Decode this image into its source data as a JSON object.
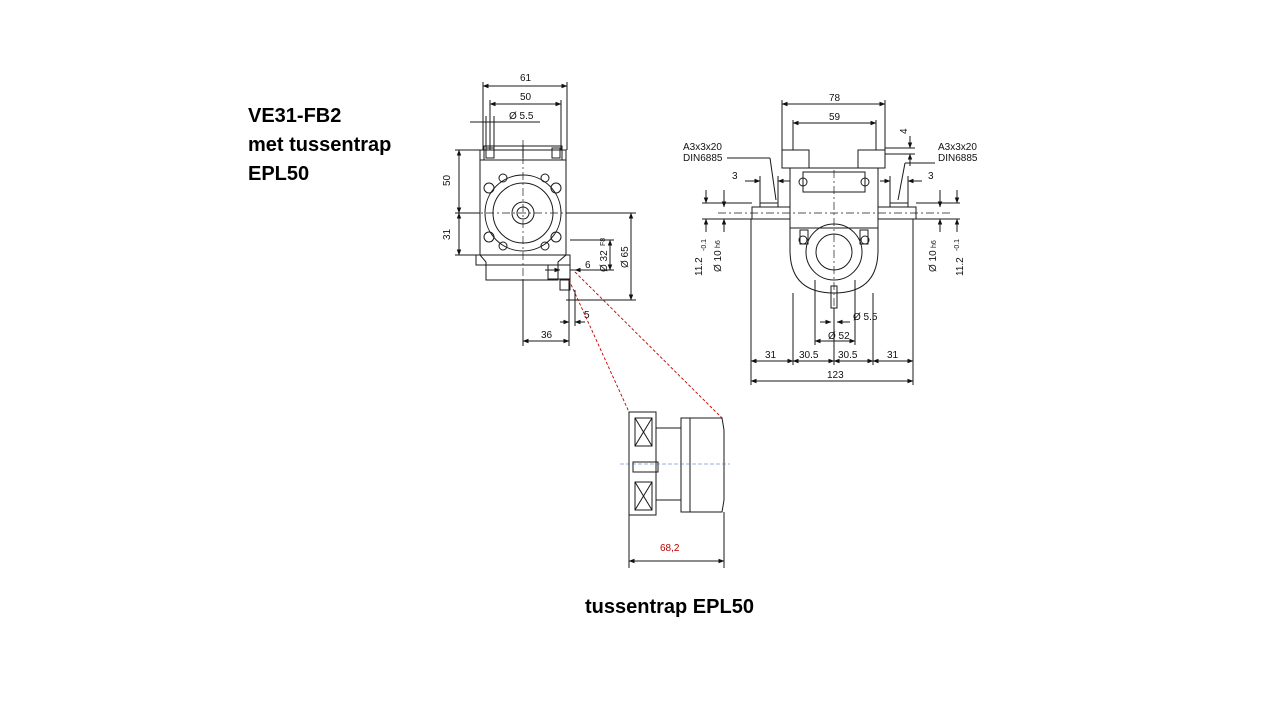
{
  "title": {
    "line1": "VE31-FB2",
    "line2": "met tussentrap",
    "line3": "EPL50"
  },
  "caption": "tussentrap EPL50",
  "side_view_dims": {
    "d61": "61",
    "d50_top": "50",
    "d55": "Ø 5.5",
    "d50_left": "50",
    "d31_left": "31",
    "d32": "Ø 32",
    "d32_tol": "F8",
    "d65": "Ø 65",
    "d6": "6",
    "d5": "5",
    "d36": "36"
  },
  "front_view_dims": {
    "d78": "78",
    "d59": "59",
    "d4": "4",
    "key_left": "A3x3x20",
    "din_left": "DIN6885",
    "key_right": "A3x3x20",
    "din_right": "DIN6885",
    "d3_left": "3",
    "d3_right": "3",
    "d112_left": "11.2",
    "d112_left_tol": "-0.1",
    "d10_left": "Ø 10",
    "d10_left_tol": "h6",
    "d10_right": "Ø 10",
    "d10_right_tol": "h6",
    "d112_right": "11.2",
    "d112_right_tol": "-0.1",
    "d55": "Ø 5.5",
    "d52": "Ø 52",
    "d31_a": "31",
    "d305_a": "30.5",
    "d305_b": "30.5",
    "d31_b": "31",
    "d123": "123"
  },
  "detail_dims": {
    "d682": "68,2"
  },
  "colors": {
    "line": "#1a1a1a",
    "detail_dim": "#c00000",
    "leader": "#c00000"
  }
}
